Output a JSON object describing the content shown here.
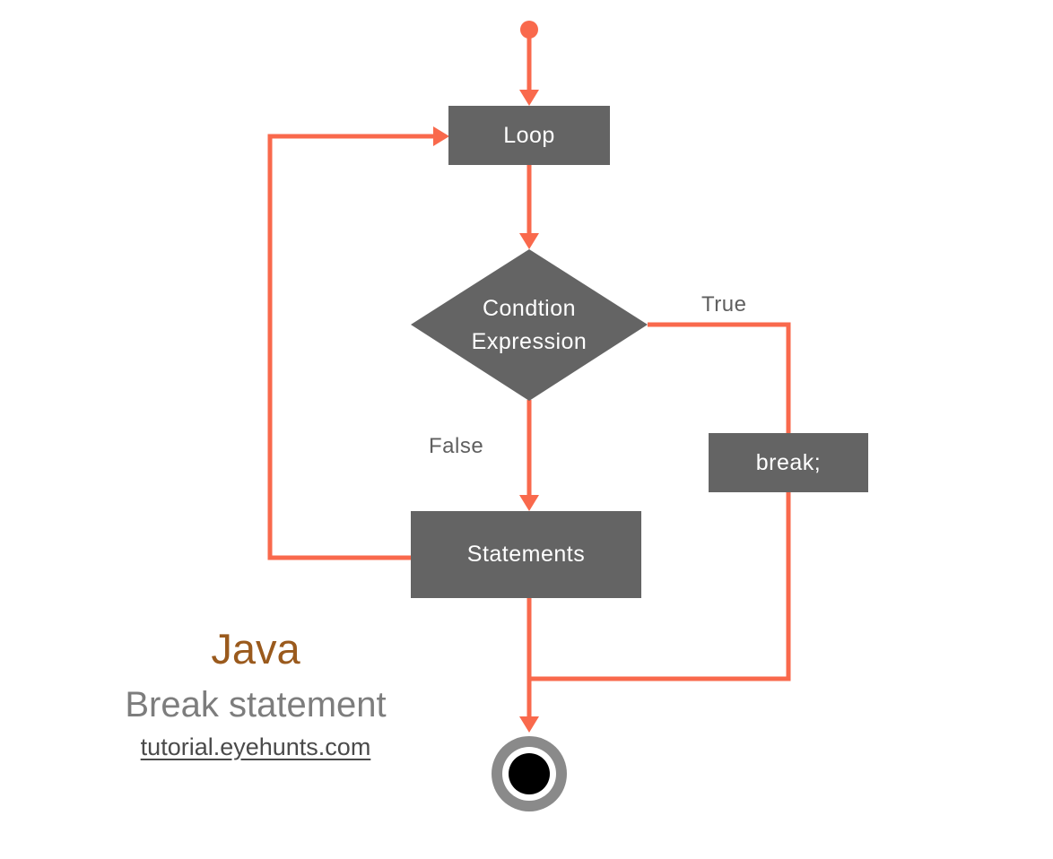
{
  "colors": {
    "flow_line": "#F9694C",
    "node_fill": "#646464",
    "node_text": "#FFFFFF",
    "edge_label_text": "#5F5F5F",
    "title_brown": "#9A5A1D",
    "subtitle_gray": "#7D7D7D",
    "link_gray": "#4A4A4A",
    "end_ring_gray": "#8A8A8A",
    "end_core_black": "#000000"
  },
  "nodes": {
    "loop": "Loop",
    "condition_line1": "Condtion",
    "condition_line2": "Expression",
    "break": "break;",
    "statements": "Statements"
  },
  "edges": {
    "true_label": "True",
    "false_label": "False"
  },
  "caption": {
    "title": "Java",
    "subtitle": "Break statement",
    "link": "tutorial.eyehunts.com"
  }
}
